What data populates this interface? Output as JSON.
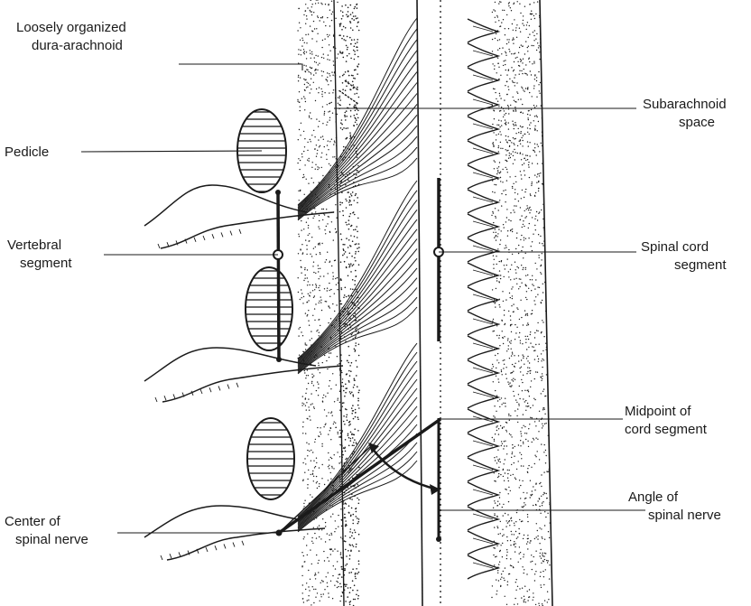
{
  "labels": {
    "dura_line1": "Loosely organized",
    "dura_line2": "dura-arachnoid",
    "pedicle": "Pedicle",
    "vertebral_line1": "Vertebral",
    "vertebral_line2": "segment",
    "center_line1": "Center of",
    "center_line2": "spinal nerve",
    "subarachnoid_line1": "Subarachnoid",
    "subarachnoid_line2": "space",
    "cord_segment_line1": "Spinal cord",
    "cord_segment_line2": "segment",
    "midpoint_line1": "Midpoint of",
    "midpoint_line2": "cord segment",
    "angle_line1": "Angle of",
    "angle_line2": "spinal nerve"
  },
  "colors": {
    "ink": "#1a1a1a",
    "background": "#ffffff"
  }
}
